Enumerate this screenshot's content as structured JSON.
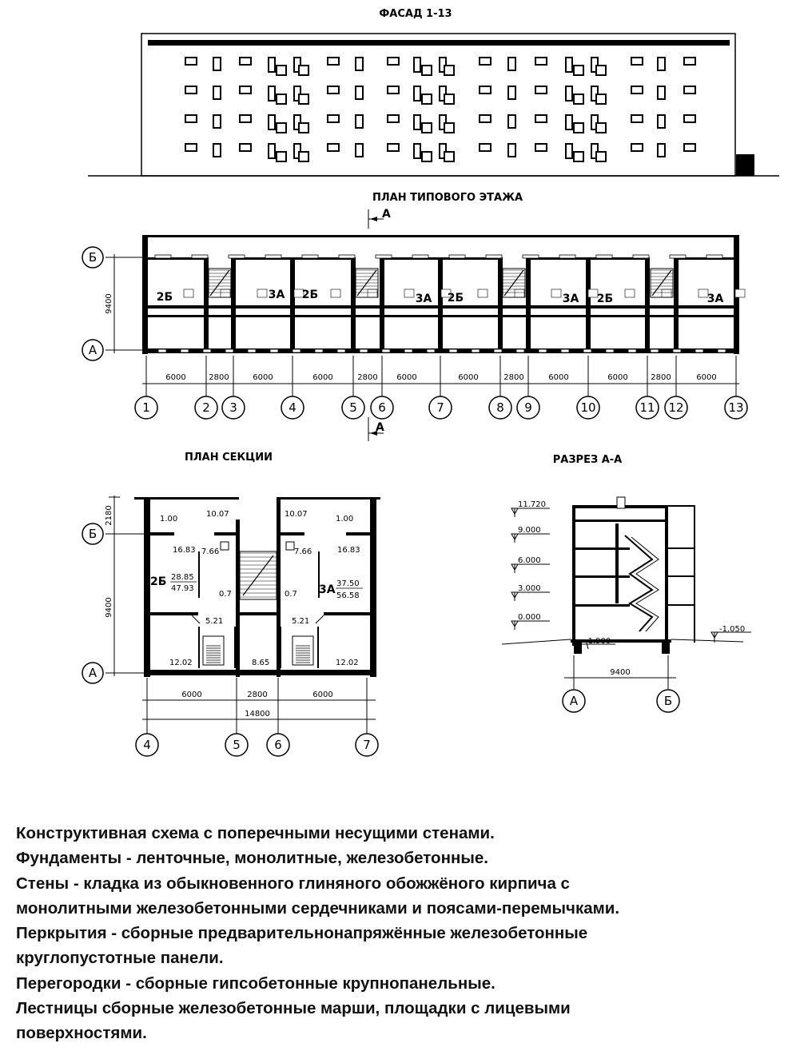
{
  "titles": {
    "facade": "ФАСАД 1-13",
    "typical_floor": "ПЛАН ТИПОВОГО ЭТАЖА",
    "section_plan": "ПЛАН СЕКЦИИ",
    "cut": "РАЗРЕЗ А-А"
  },
  "cut_marker": "А",
  "plan": {
    "row_axes": [
      "Б",
      "А"
    ],
    "depth_dim": "9400",
    "column_axes": [
      "1",
      "2",
      "3",
      "4",
      "5",
      "6",
      "7",
      "8",
      "9",
      "10",
      "11",
      "12",
      "13"
    ],
    "spans": [
      "6000",
      "2800",
      "6000",
      "6000",
      "2800",
      "6000",
      "6000",
      "2800",
      "6000",
      "6000",
      "2800",
      "6000"
    ],
    "apartments": [
      "2Б",
      "3А",
      "2Б",
      "3А",
      "2Б",
      "3А",
      "2Б",
      "3А"
    ]
  },
  "section_plan": {
    "row_axes": [
      "Б",
      "А"
    ],
    "top_dim": "2180",
    "depth_dim": "9400",
    "areas_left": [
      "1.00",
      "10.07",
      "16.83",
      "7.66",
      "28.85",
      "47.93",
      "0.7",
      "5.21",
      "12.02"
    ],
    "areas_right": [
      "10.07",
      "1.00",
      "7.66",
      "16.83",
      "37.50",
      "56.58",
      "0.7",
      "5.21",
      "12.02"
    ],
    "stair_area": "8.65",
    "apt_left": "2Б",
    "apt_right": "3А",
    "spans": [
      "6000",
      "2800",
      "6000"
    ],
    "total": "14800",
    "column_axes": [
      "4",
      "5",
      "6",
      "7"
    ]
  },
  "cut_section": {
    "levels": [
      "11.720",
      "9.000",
      "6.000",
      "3.000",
      "0.000"
    ],
    "basement_level": "-1.900",
    "ground_level": "-1.050",
    "span": "9400",
    "axes": [
      "А",
      "Б"
    ]
  },
  "notes": [
    "Конструктивная схема с поперечными несущими стенами.",
    "Фундаменты - ленточные, монолитные, железобетонные.",
    "Стены - кладка из обыкновенного глиняного обожжёного кирпича с",
    "монолитными железобетонными сердечниками и поясами-перемычками.",
    "Перкрытия - сборные предварительнонапряжённые железобетонные",
    "круглопустотные панели.",
    "Перегородки - сборные гипсобетонные крупнопанельные.",
    "Лестницы сборные железобетонные марши, площадки с лицевыми",
    "поверхностями."
  ]
}
